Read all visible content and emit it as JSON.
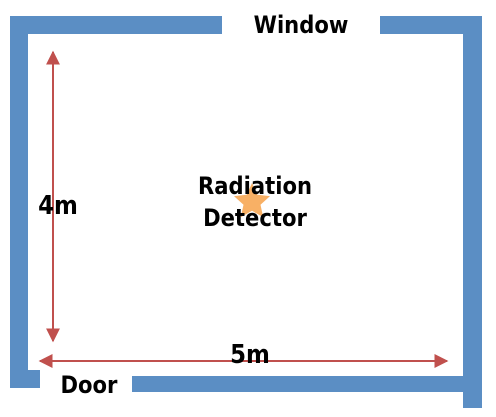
{
  "labels": {
    "window": "Window",
    "door": "Door",
    "height": "4m",
    "width": "5m",
    "detector_line1": "Radiation",
    "detector_line2": "Detector"
  },
  "colors": {
    "wall": "#5b8ec4",
    "arrow": "#c0504d",
    "star": "#f7a24a",
    "text": "#000000"
  },
  "icons": {
    "detector": "star-icon"
  }
}
